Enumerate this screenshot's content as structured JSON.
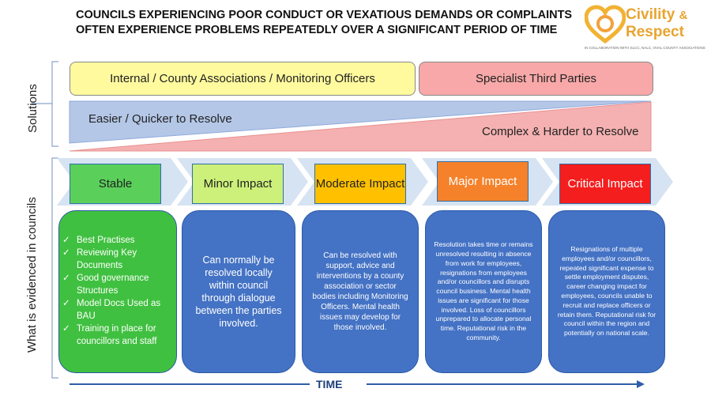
{
  "title": {
    "line1": "COUNCILS EXPERIENCING POOR CONDUCT OR VEXATIOUS DEMANDS OR COMPLAINTS",
    "line2": "OFTEN EXPERIENCE PROBLEMS REPEATEDLY OVER A SIGNIFICANT PERIOD OF TIME"
  },
  "logo": {
    "word1": "Civility",
    "amp": "&",
    "word2": "Respect",
    "subtitle": "IN COLLABORATION WITH SLCC, NALC, OVAL COUNTY ASSOCIATIONS",
    "color": "#e8a430"
  },
  "sections": {
    "solutions": "Solutions",
    "evidence": "What is evidenced in councils"
  },
  "solutions": {
    "left": "Internal / County Associations / Monitoring Officers",
    "right": "Specialist Third Parties",
    "easier": "Easier / Quicker to Resolve",
    "complex": "Complex & Harder to Resolve"
  },
  "stages": [
    {
      "label": "Stable",
      "color": "#5ad05a"
    },
    {
      "label": "Minor Impact",
      "color": "#ccf07a"
    },
    {
      "label": "Moderate Impact",
      "color": "#ffc000"
    },
    {
      "label": "Major Impact",
      "color": "#f5822a"
    },
    {
      "label": "Critical Impact",
      "color": "#f41e1e"
    }
  ],
  "cards": {
    "stable": {
      "items": [
        "Best Practises",
        "Reviewing Key Documents",
        "Good governance Structures",
        "Model Docs Used as BAU",
        "Training in place for councillors and staff"
      ]
    },
    "minor": "Can normally be resolved locally within council through dialogue between the parties involved.",
    "moderate": "Can be resolved with support, advice and interventions by a county association or sector bodies including Monitoring Officers. Mental health issues may develop for those involved.",
    "major": "Resolution takes time or remains unresolved resulting in absence from work for employees, resignations from employees and/or councillors and disrupts council business. Mental health issues are significant for those involved. Loss of councillors unprepared to allocate personal time. Reputational risk in the community.",
    "critical": "Resignations of multiple employees and/or councillors, repeated significant expense to settle employment disputes, career changing impact for employees, councils unable to recruit and replace officers or retain them. Reputational risk for council within the region and potentially on national scale."
  },
  "time": "TIME",
  "colors": {
    "card_blue": "#4472c4",
    "card_green": "#40c040",
    "sol_yellow": "#fffa9e",
    "sol_pink": "#f8a8a8",
    "wedge_blue": "#b4c7e7",
    "wedge_pink": "#f5b1b1",
    "chevron": "#d6e3f2"
  }
}
